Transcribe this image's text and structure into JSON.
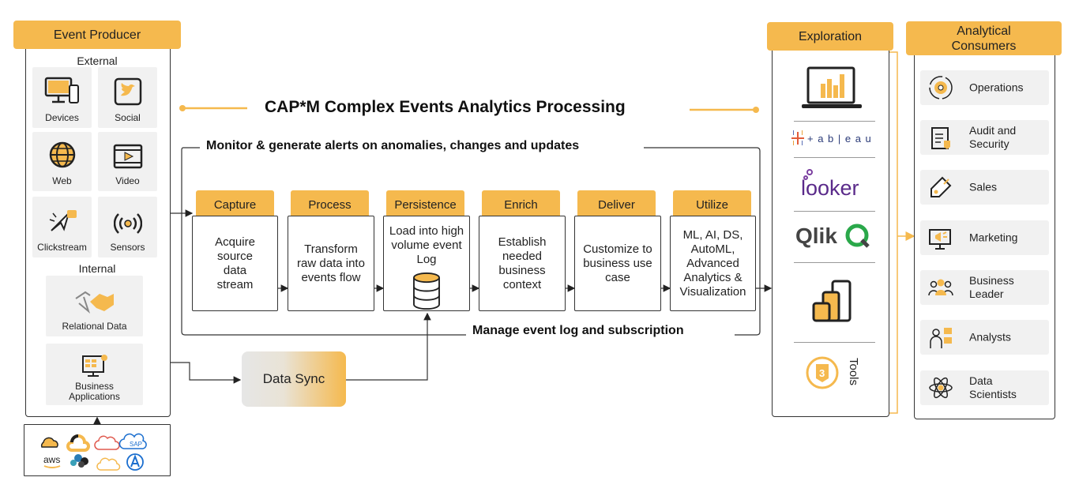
{
  "title": "CAP*M Complex Events Analytics Processing",
  "monitor_label": "Monitor & generate alerts on anomalies, changes and updates",
  "manage_label": "Manage event log and subscription",
  "producer": {
    "header": "Event Producer",
    "external_label": "External",
    "internal_label": "Internal",
    "external_items": [
      {
        "label": "Devices",
        "icon": "devices-icon"
      },
      {
        "label": "Social",
        "icon": "twitter-icon"
      },
      {
        "label": "Web",
        "icon": "globe-icon"
      },
      {
        "label": "Video",
        "icon": "video-icon"
      },
      {
        "label": "Clickstream",
        "icon": "clickstream-icon"
      },
      {
        "label": "Sensors",
        "icon": "sensor-icon"
      }
    ],
    "internal_items": [
      {
        "label": "Relational Data",
        "icon": "handshake-icon"
      },
      {
        "label": "Business Applications",
        "icon": "business-app-icon"
      }
    ]
  },
  "cloud_logos": [
    "cloud-icon",
    "google-cloud-icon",
    "salesforce-icon",
    "sap-icon",
    "aws-icon",
    "cloud-network-icon",
    "cloud-outline-icon",
    "azure-icon"
  ],
  "cloud_aws_text": "aws",
  "cloud_sap_text": "SAP",
  "stages": [
    {
      "header": "Capture",
      "body": "Acquire source data stream"
    },
    {
      "header": "Process",
      "body": "Transform raw data into events flow"
    },
    {
      "header": "Persistence",
      "body": "Load into high volume event Log"
    },
    {
      "header": "Enrich",
      "body": "Establish needed business context"
    },
    {
      "header": "Deliver",
      "body": "Customize to business use case"
    },
    {
      "header": "Utilize",
      "body": "ML, AI, DS, AutoML, Advanced Analytics & Visualization"
    }
  ],
  "data_sync": "Data Sync",
  "exploration": {
    "header": "Exploration",
    "tools": [
      "powerbi-laptop-icon",
      "tableau-logo",
      "looker-logo",
      "qlik-logo",
      "powerbi-logo",
      "tools-icon"
    ],
    "tableau_text": "+ a b | e a u",
    "looker_text": "looker",
    "qlik_text": "Qlik",
    "tools_number": "3",
    "tools_text": "Tools"
  },
  "consumers": {
    "header": "Analytical Consumers",
    "items": [
      {
        "label": "Operations",
        "icon": "gear-icon"
      },
      {
        "label": "Audit and Security",
        "icon": "audit-icon"
      },
      {
        "label": "Sales",
        "icon": "price-tag-icon"
      },
      {
        "label": "Marketing",
        "icon": "megaphone-icon"
      },
      {
        "label": "Business Leader",
        "icon": "team-icon"
      },
      {
        "label": "Analysts",
        "icon": "analyst-icon"
      },
      {
        "label": "Data Scientists",
        "icon": "atom-icon"
      }
    ]
  },
  "colors": {
    "accent": "#f5b94e",
    "tile": "#f1f1f1",
    "line": "#333333"
  }
}
